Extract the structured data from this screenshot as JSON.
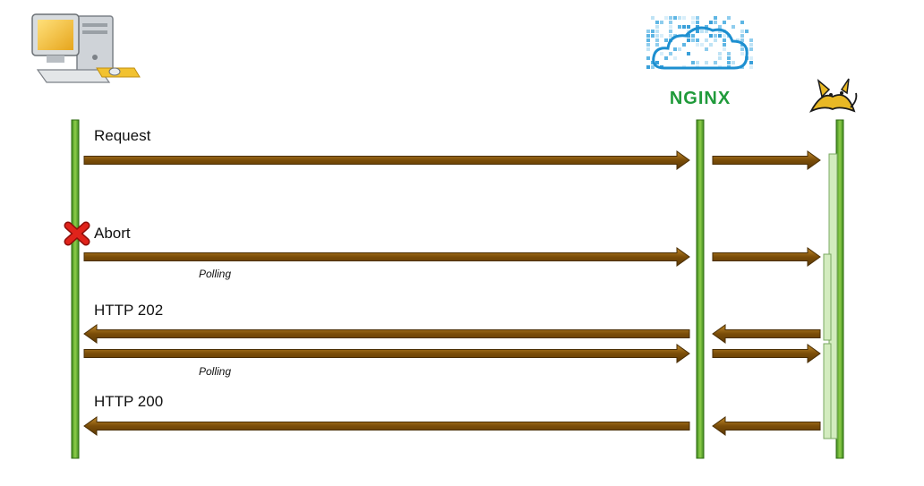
{
  "actors": {
    "client": {
      "icon": "desktop-computer-icon"
    },
    "proxy": {
      "icon": "cloud-icon",
      "label": "NGINX",
      "color": "#1f9a3a"
    },
    "server": {
      "icon": "tomcat-icon"
    }
  },
  "messages": [
    {
      "label": "Request"
    },
    {
      "label": "Abort"
    },
    {
      "label": "HTTP 202"
    },
    {
      "label": "HTTP 200"
    }
  ],
  "notes": [
    "Polling",
    "Polling"
  ],
  "colors": {
    "arrow": "#8b5a0a",
    "lifeline": "#5aa02c",
    "activation": "#cfe8b8",
    "abort_mark": "#e0231b"
  }
}
